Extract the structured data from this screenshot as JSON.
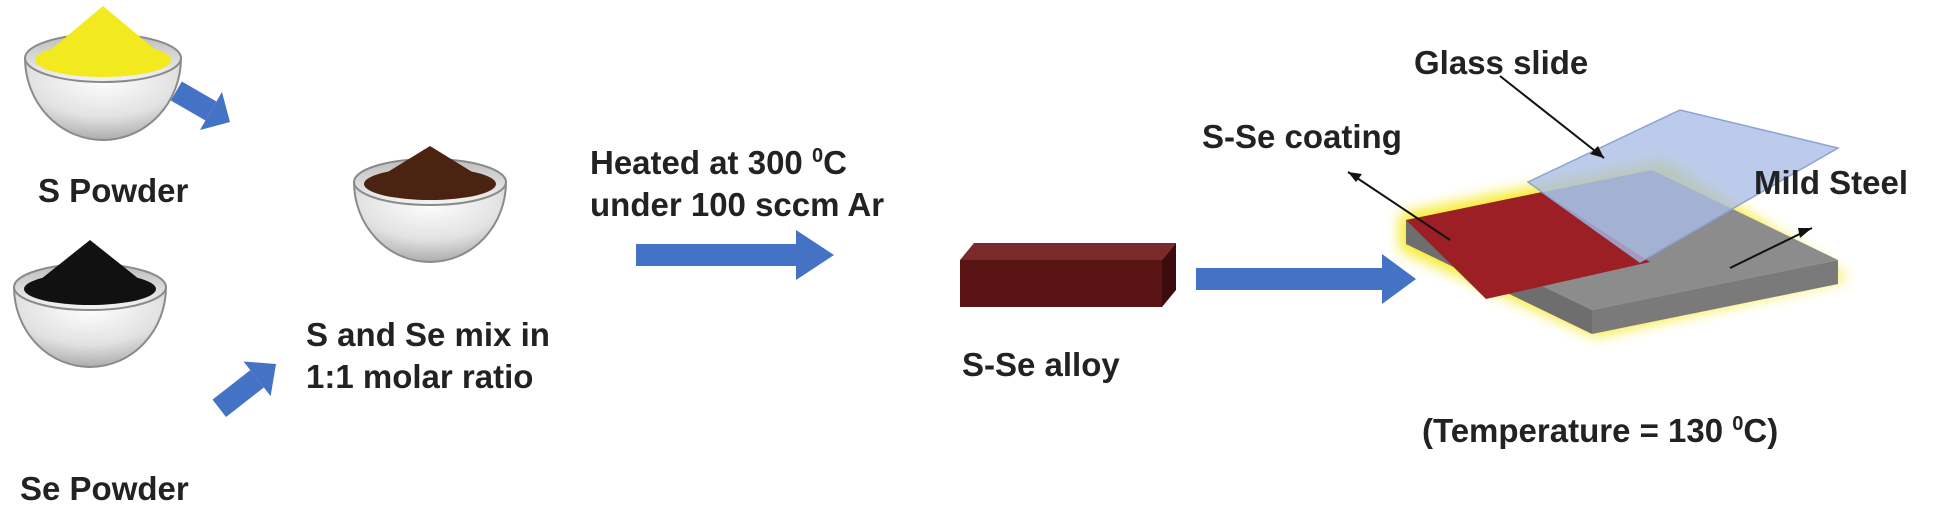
{
  "labels": {
    "s_powder": "S Powder",
    "se_powder": "Se Powder",
    "mix_line1": "S and Se mix in",
    "mix_line2": "1:1 molar ratio",
    "heat_line1_pre": "Heated at 300 ",
    "heat_line1_sup": "0",
    "heat_line1_post": "C",
    "heat_line2": "under 100 sccm Ar",
    "alloy": "S-Se alloy",
    "glass": "Glass slide",
    "coating": "S-Se coating",
    "steel": "Mild Steel",
    "temp_pre": "(Temperature = 130 ",
    "temp_sup": "0",
    "temp_post": "C)"
  },
  "colors": {
    "sulfur": "#f2ea1e",
    "selenium": "#111111",
    "mix": "#4a2410",
    "arrow": "#4472c4",
    "alloy_front": "#5a1414",
    "alloy_top": "#7a2a2a",
    "alloy_side": "#3c0c0c",
    "coating": "#9c1f25",
    "steel_top": "#8c8c8c",
    "steel_side": "#6e6e6e",
    "glow": "#f5e600",
    "glass": "#a9bde6"
  }
}
